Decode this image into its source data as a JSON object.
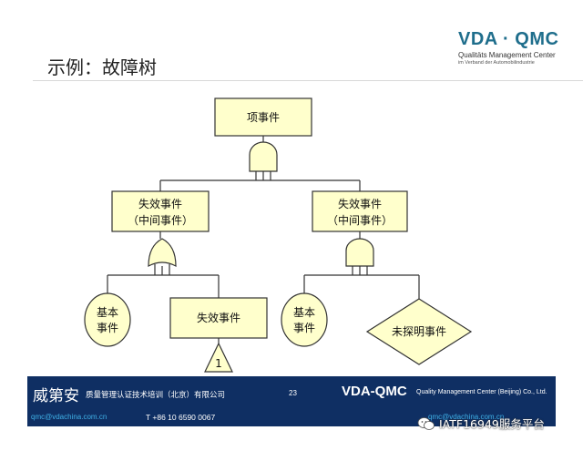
{
  "header": {
    "title": "示例：故障树",
    "logo": {
      "mark_left": "VDA",
      "mark_right": "QMC",
      "subtitle": "Qualitäts Management Center",
      "tagline": "im Verband der Automobilindustrie"
    }
  },
  "diagram": {
    "top_event": "项事件",
    "left_event_line1": "失效事件",
    "left_event_line2": "（中间事件）",
    "right_event_line1": "失效事件",
    "right_event_line2": "（中间事件）",
    "basic_event_left_line1": "基本",
    "basic_event_left_line2": "事件",
    "failure_event": "失效事件",
    "transfer_number": "1",
    "basic_event_right_line1": "基本",
    "basic_event_right_line2": "事件",
    "undeveloped_event": "未探明事件",
    "colors": {
      "box_fill": "#ffffcc",
      "line": "#333333"
    }
  },
  "footer": {
    "brand": "威第安",
    "company": "质量管理认证技术培训（北京）有限公司",
    "page_number": "23",
    "vda_qmc": "VDA-QMC",
    "center_name": "Quality Management Center (Beijing) Co., Ltd.",
    "email": "qmc@vdachina.com.cn",
    "phone": "T +86 10 6590 0067",
    "email_right": "qmc@vdachina.com.cn",
    "background": "#0f2f63"
  },
  "watermark": {
    "text": "IATF16949服务平台",
    "icon": "wechat-icon"
  }
}
